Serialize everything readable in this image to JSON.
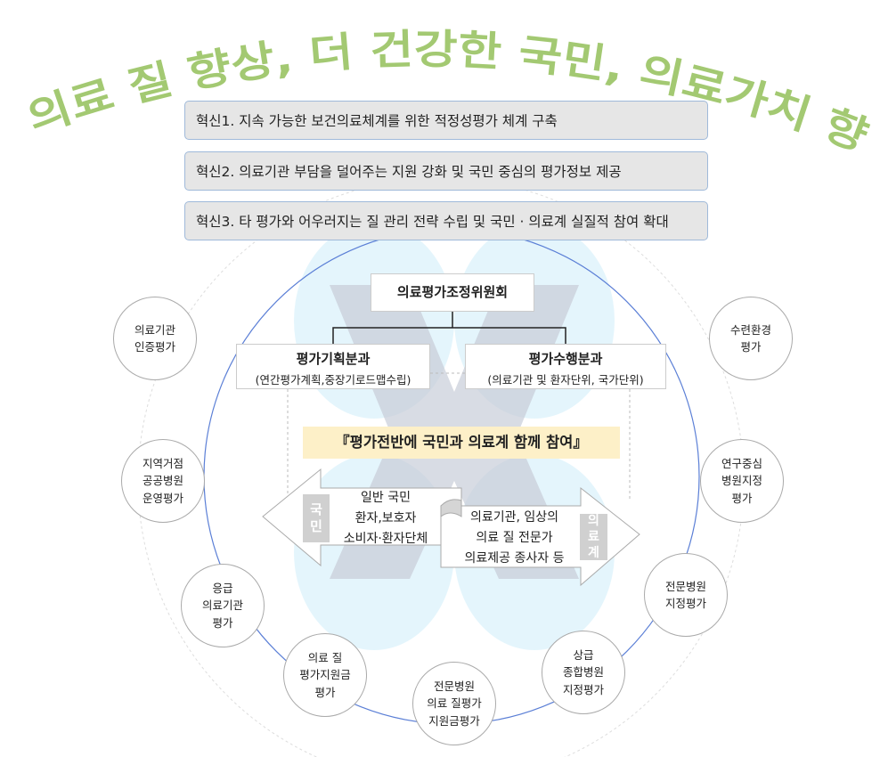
{
  "title": "의료 질 향상, 더 건강한 국민, 의료가치 향상",
  "innovations": [
    "혁신1. 지속 가능한 보건의료체계를 위한 적정성평가 체계 구축",
    "혁신2. 의료기관 부담을 덜어주는 지원 강화 및 국민 중심의 평가정보 제공",
    "혁신3. 타 평가와 어우러지는 질 관리 전략 수립 및 국민 · 의료계 실질적 참여 확대"
  ],
  "committee": "의료평가조정위원회",
  "subcommittees": [
    {
      "name": "평가기획분과",
      "desc": "(연간평가계획,중장기로드맵수립)"
    },
    {
      "name": "평가수행분과",
      "desc": "(의료기관 및 환자단위, 국가단위)"
    }
  ],
  "slogan": "『평가전반에 국민과 의료계 함께 참여』",
  "left_arrow": {
    "tag": "국\n민",
    "text": "일반 국민\n환자,보호자\n소비자·환자단체"
  },
  "right_arrow": {
    "tag": "의\n료\n계",
    "text": "의료기관, 임상의\n의료 질 전문가\n의료제공 종사자 등"
  },
  "evaluations": [
    "의료기관\n인증평가",
    "지역거점\n공공병원\n운영평가",
    "응급\n의료기관\n평가",
    "의료 질\n평가지원금\n평가",
    "전문병원\n의료 질평가\n지원금평가",
    "상급\n종합병원\n지정평가",
    "전문병원\n지정평가",
    "연구중심\n병원지정\n평가",
    "수련환경\n평가"
  ],
  "colors": {
    "title": "#a3c972",
    "banner": "#e6e6e6",
    "slogan_bg": "#fdf0c8",
    "ring": "#5b7fd6"
  }
}
